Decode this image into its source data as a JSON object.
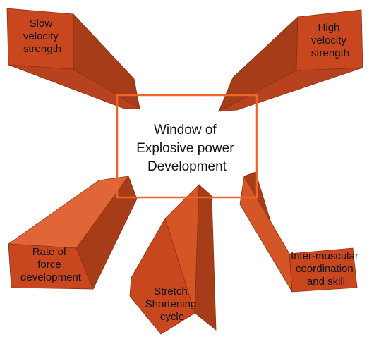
{
  "center": {
    "lines": [
      "Window of",
      "Explosive power",
      "Development"
    ],
    "border_color": "#f0642a"
  },
  "colors": {
    "front_face": "#c8471e",
    "side_face": "#a63c18",
    "top_face": "#e0663a",
    "edge": "#8a3113"
  },
  "blocks": [
    {
      "id": "slow-velocity-strength",
      "lines": [
        "Slow",
        "velocity",
        "strength"
      ]
    },
    {
      "id": "high-velocity-strength",
      "lines": [
        "High",
        "velocity",
        "strength"
      ]
    },
    {
      "id": "rate-of-force-development",
      "lines": [
        "Rate of",
        "force",
        "development"
      ]
    },
    {
      "id": "stretch-shortening-cycle",
      "lines": [
        "Stretch",
        "Shortening",
        "cycle"
      ]
    },
    {
      "id": "inter-muscular-coordination",
      "lines": [
        "Inter-muscular",
        "coordination",
        "and skill"
      ]
    }
  ]
}
